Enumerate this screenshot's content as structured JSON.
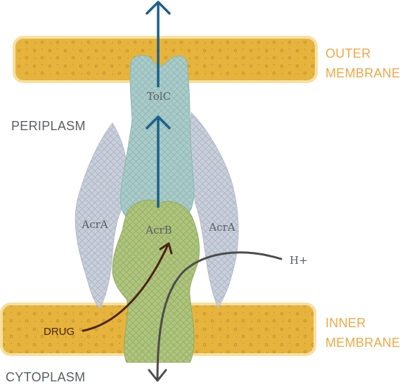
{
  "labels": {
    "outer_membrane_line1": "OUTER",
    "outer_membrane_line2": "MEMBRANE",
    "inner_membrane_line1": "INNER",
    "inner_membrane_line2": "MEMBRANE",
    "periplasm": "PERIPLASM",
    "cytoplasm": "CYTOPLASM",
    "tolc": "TolC",
    "acrb": "AcrB",
    "acra_left": "AcrA",
    "acra_right": "AcrA",
    "drug": "DRUG",
    "proton": "H+"
  },
  "colors": {
    "membrane_fill": "#e6b43c",
    "membrane_dots": "#c9912a",
    "membrane_outline": "#f6dfa0",
    "membrane_text": "#f0a844",
    "tolc_fill": "#a9ccc9",
    "acrb_fill": "#afc57e",
    "acra_fill": "#c9d0db",
    "efflux_arrow": "#1d5f8c",
    "drug_arrow": "#4a2412",
    "proton_arrow": "#4c4c4c",
    "label_grey": "#5a5e62"
  }
}
